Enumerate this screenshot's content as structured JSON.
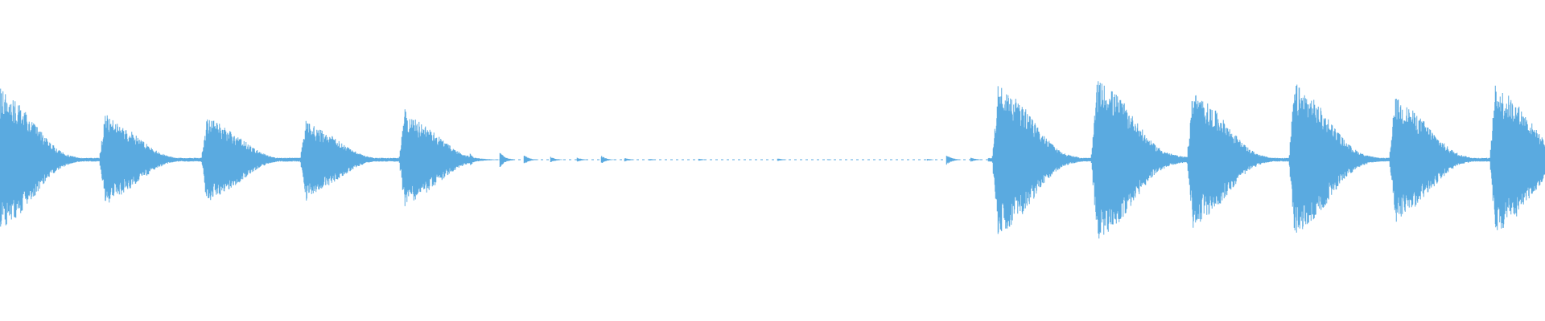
{
  "waveform": {
    "color": "#5aaae0",
    "background": "#ffffff",
    "segments": [
      {
        "kind": "hits",
        "start": 0.0,
        "end": 0.3,
        "hits": [
          {
            "t": 0.0,
            "a": 0.47,
            "sd": 0.12,
            "tail": 0.22
          },
          {
            "t": 0.068,
            "a": 0.3,
            "sd": 0.1,
            "tail": 0.17
          },
          {
            "t": 0.134,
            "a": 0.29,
            "sd": 0.1,
            "tail": 0.2
          },
          {
            "t": 0.198,
            "a": 0.26,
            "sd": 0.09,
            "tail": 0.23
          },
          {
            "t": 0.262,
            "a": 0.32,
            "sd": 0.1,
            "tail": 0.19
          }
        ]
      },
      {
        "kind": "quiet",
        "start": 0.3,
        "end": 0.64,
        "blips": [
          {
            "t": 0.304,
            "a": 0.04
          },
          {
            "t": 0.323,
            "a": 0.06
          },
          {
            "t": 0.339,
            "a": 0.03
          },
          {
            "t": 0.356,
            "a": 0.02
          },
          {
            "t": 0.373,
            "a": 0.015
          },
          {
            "t": 0.389,
            "a": 0.025
          },
          {
            "t": 0.404,
            "a": 0.012
          },
          {
            "t": 0.42,
            "a": 0.006
          },
          {
            "t": 0.452,
            "a": 0.007
          },
          {
            "t": 0.503,
            "a": 0.009
          },
          {
            "t": 0.535,
            "a": 0.004
          },
          {
            "t": 0.6,
            "a": 0.006
          },
          {
            "t": 0.612,
            "a": 0.04
          },
          {
            "t": 0.628,
            "a": 0.015
          }
        ]
      },
      {
        "kind": "hits",
        "start": 0.64,
        "end": 1.0,
        "hits": [
          {
            "t": 0.646,
            "a": 0.5,
            "sd": 0.13,
            "tail": 0.2
          },
          {
            "t": 0.71,
            "a": 0.52,
            "sd": 0.16,
            "tail": 0.18
          },
          {
            "t": 0.772,
            "a": 0.45,
            "sd": 0.12,
            "tail": 0.18
          },
          {
            "t": 0.838,
            "a": 0.5,
            "sd": 0.13,
            "tail": 0.17
          },
          {
            "t": 0.903,
            "a": 0.41,
            "sd": 0.12,
            "tail": 0.18
          },
          {
            "t": 0.968,
            "a": 0.5,
            "sd": 0.12,
            "tail": 0.19
          }
        ]
      }
    ]
  }
}
